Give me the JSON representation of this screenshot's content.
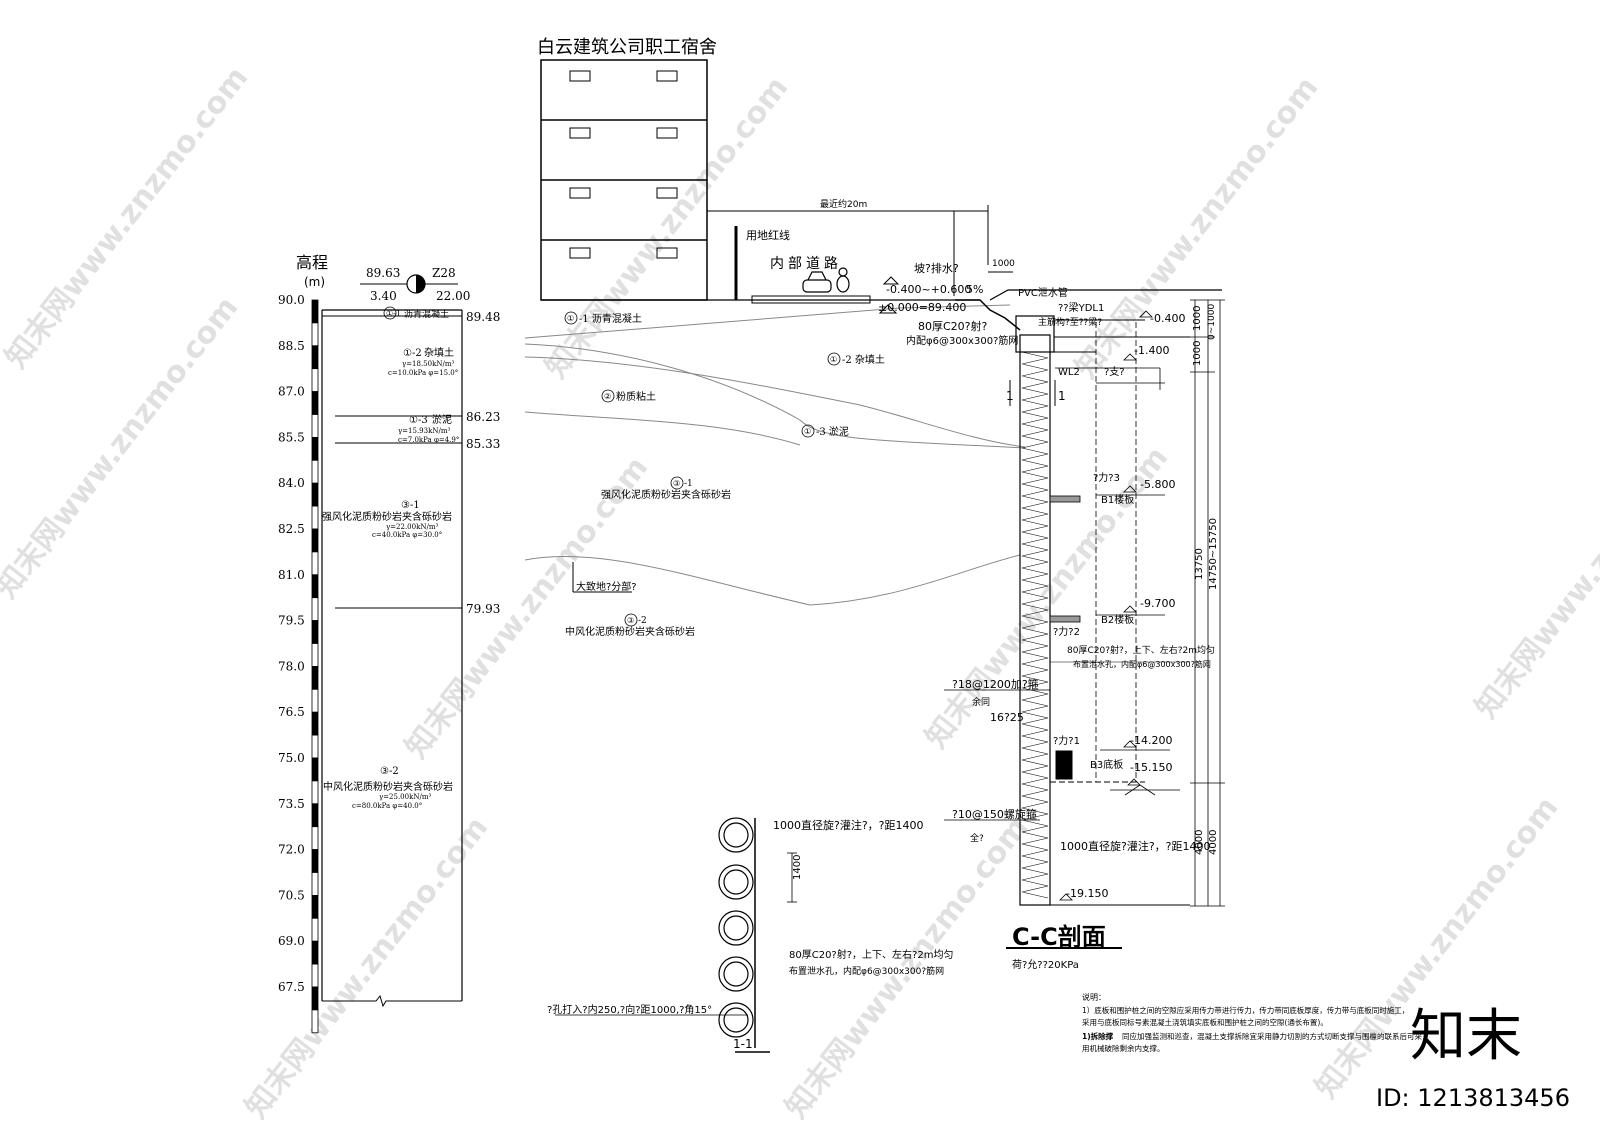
{
  "building": {
    "title": "白云建筑公司职工宿舍"
  },
  "column": {
    "header": "高程",
    "unit": "(m)",
    "ticks": [
      "90.0",
      "88.5",
      "87.0",
      "85.5",
      "84.0",
      "82.5",
      "81.0",
      "79.5",
      "78.0",
      "76.5",
      "75.0",
      "73.5",
      "72.0",
      "70.5",
      "69.0",
      "67.5"
    ],
    "borehole": {
      "top_left": "89.63",
      "top_right": "Z28",
      "bottom_left": "3.40",
      "bottom_right": "22.00"
    },
    "boundaries": [
      "89.48",
      "86.23",
      "85.33",
      "79.93"
    ],
    "layers": [
      {
        "id": "①-1",
        "name": "沥青混凝土",
        "p1": "",
        "p2": ""
      },
      {
        "id": "①-2",
        "name": "杂填土",
        "p1": "γ=18.50kN/m³",
        "p2": "c=10.0kPa φ=15.0°"
      },
      {
        "id": "①-3",
        "name": "淤泥",
        "p1": "γ=15.93kN/m³",
        "p2": "c=7.0kPa φ=4.9°"
      },
      {
        "id": "③-1",
        "name": "强风化泥质粉砂岩夹含砾砂岩",
        "p1": "γ=22.00kN/m³",
        "p2": "c=40.0kPa φ=30.0°"
      },
      {
        "id": "③-2",
        "name": "中风化泥质粉砂岩夹含砾砂岩",
        "p1": "γ=25.00kN/m³",
        "p2": "c=80.0kPa φ=40.0°"
      }
    ]
  },
  "profile": {
    "labels": [
      {
        "id": "①",
        "name": "-1 沥青混凝土"
      },
      {
        "id": "①",
        "name": "-2 杂填土"
      },
      {
        "id": "②",
        "name": "粉质粘土"
      },
      {
        "id": "①",
        "name": "-3 淤泥"
      },
      {
        "id": "③",
        "name": "-1",
        "sub": "强风化泥质粉砂岩夹含砾砂岩"
      },
      {
        "id": "③",
        "name": "-2",
        "sub": "中风化泥质粉砂岩夹含砾砂岩"
      }
    ],
    "weathering_note": "大致地?分部?"
  },
  "site": {
    "distance": "最近约20m",
    "redline": "用地红线",
    "road": "内部道路",
    "drainage": "坡?排水?",
    "grade": "-0.400~+0.600",
    "slope": "5%",
    "zero": "±0.000=89.400",
    "spray1": "80厚C20?射?",
    "spray2": "内配φ6@300x300?筋网",
    "dim1000": "1000",
    "pvc": "PVC泄水管"
  },
  "section": {
    "beam": "??梁YDL1",
    "beam_note": "主筋构?至??梁?",
    "lv_0400": "-0.400",
    "lv_1400": "-1.400",
    "wl2": "WL2",
    "support": "?支?",
    "mark_1": "1",
    "strut3": "?力?3",
    "lv_5800": "-5.800",
    "b1": "B1楼板",
    "lv_9700": "-9.700",
    "b2": "B2楼板",
    "strut2": "?力?2",
    "spray_a": "80厚C20?射?，上下、左右?2m均匀",
    "spray_b": "布置泄水孔，内配φ6@300x300?筋网",
    "rebar1": "?18@1200加?箍",
    "rebar1b": "余同",
    "rebar2": "16?25",
    "strut1": "?力?1",
    "lv_14200": "-14.200",
    "b3": "B3底板",
    "lv_15150": "-15.150",
    "spiral": "?10@150螺旋箍",
    "spiral_b": "全?",
    "pile": "1000直径旋?灌注?，?距1400",
    "lv_19150": "-19.150",
    "dims": [
      "1000",
      "1000",
      "13750",
      "14750~15750",
      "4000",
      "4000",
      "0~1000"
    ],
    "title": "C-C剖面",
    "load": "荷?允??20KPa"
  },
  "plan11": {
    "pile": "1000直径旋?灌注?，?距1400",
    "dim": "1400",
    "spray_a": "80厚C20?射?，上下、左右?2m均匀",
    "spray_b": "布置泄水孔，内配φ6@300x300?筋网",
    "anchor": "?孔打入?内250,?向?距1000,?角15°",
    "title": "1-1"
  },
  "notes": {
    "head": "说明：",
    "l1": "1）底板和围护桩之间的空隙应采用传力带进行传力，传力带同底板厚度，传力带与底板同时施工，",
    "l2": "采用与底板同标号素混凝土浇筑填实底板和围护桩之间的空隙(通长布置)。",
    "l3a": "1)拆除撑",
    "l3b": "同应加强监测和巡查，混凝土支撑拆除宜采用静力切割的方式切断支撑与围檩的联系后可采",
    "l4": "用机械破除剩余内支撑。"
  },
  "brand": {
    "logo": "知末",
    "id": "ID: 1213813456",
    "watermark": "知末网www.znzmo.com"
  }
}
